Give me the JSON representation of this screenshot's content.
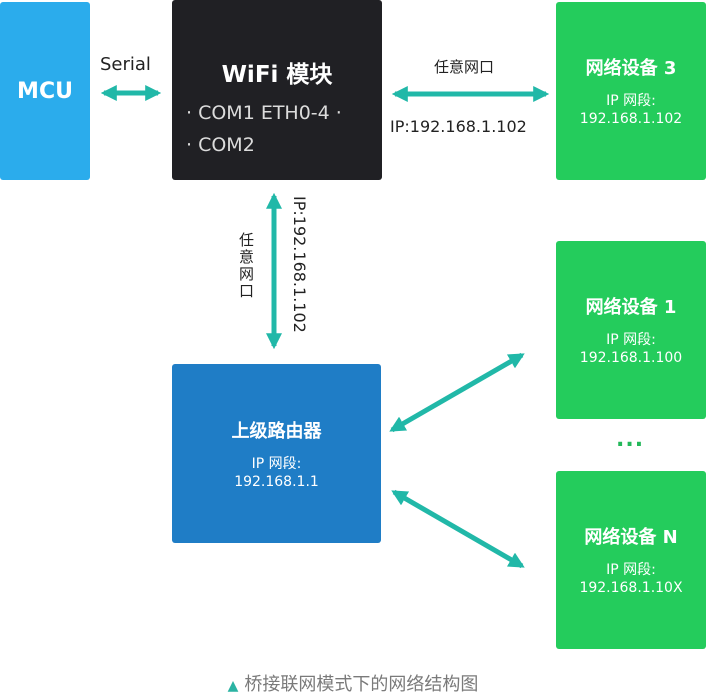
{
  "mcu": {
    "title": "MCU"
  },
  "wifi": {
    "title": "WiFi 模块",
    "ports_line1": "· COM1 ETH0-4 ·",
    "ports_line2": "· COM2"
  },
  "router": {
    "title": "上级路由器",
    "ip_label": "IP 网段:",
    "ip_value": "192.168.1.1"
  },
  "devices": [
    {
      "title": "网络设备 3",
      "ip_label": "IP 网段:",
      "ip_value": "192.168.1.102"
    },
    {
      "title": "网络设备 1",
      "ip_label": "IP 网段:",
      "ip_value": "192.168.1.100"
    },
    {
      "title": "网络设备 N",
      "ip_label": "IP 网段:",
      "ip_value": "192.168.1.10X"
    }
  ],
  "links": {
    "serial": "Serial",
    "port_horizontal": "任意网口",
    "ip_horizontal": "IP:192.168.1.102",
    "port_vertical": "任意网口",
    "ip_vertical": "IP:192.168.1.102"
  },
  "ellipsis": "...",
  "caption": "桥接联网模式下的网络结构图",
  "colors": {
    "mcu": "#2bacec",
    "wifi": "#202024",
    "router": "#1f7dc6",
    "device": "#24cc5c",
    "arrow": "#21b8a8"
  }
}
